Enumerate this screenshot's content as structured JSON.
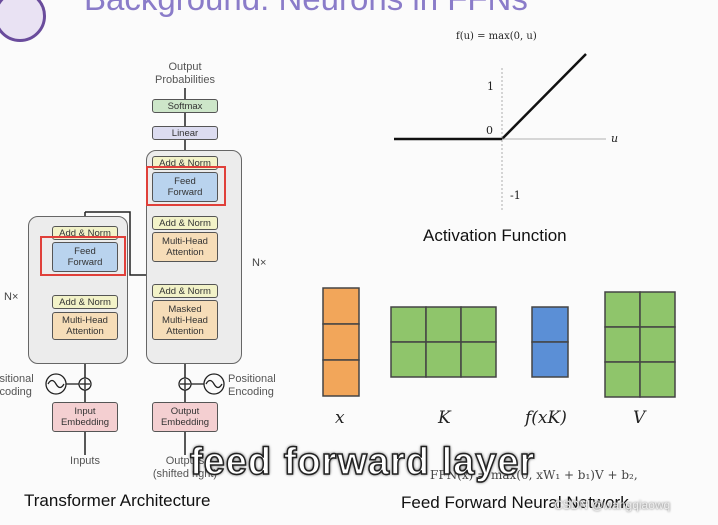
{
  "slide": {
    "title": "Background: Neurons in FFNs"
  },
  "transformer": {
    "output_probabilities": "Output\nProbabilities",
    "softmax": "Softmax",
    "linear": "Linear",
    "add_norm": "Add & Norm",
    "feed_forward": "Feed\nForward",
    "multi_head_attention": "Multi-Head\nAttention",
    "masked_multi_head_attention": "Masked\nMulti-Head\nAttention",
    "input_embedding": "Input\nEmbedding",
    "output_embedding": "Output\nEmbedding",
    "positional_encoding_left": "Positional\nEncoding",
    "positional_encoding_right": "Positional\nEncoding",
    "inputs": "Inputs",
    "outputs": "Outputs\n(shifted right)",
    "nx": "N×",
    "caption": "Transformer Architecture"
  },
  "activation": {
    "formula": "f(u) = max(0, u)",
    "tick_one": "1",
    "tick_zero": "0",
    "tick_neg_one": "-1",
    "axis_label": "u",
    "caption": "Activation Function"
  },
  "ffn": {
    "label_x": "x",
    "label_k": "K",
    "label_fxk": "f(xK)",
    "label_v": "V",
    "formula": "FFN(x) = max(0, xW₁ + b₁)V + b₂,",
    "caption": "Feed Forward Neural Network"
  },
  "overlay": {
    "subtitle": "feed forward layer",
    "watermark": "CSDN @wangqiaowq"
  },
  "colors": {
    "highlight": "#e0403a",
    "title": "#8a7cc9",
    "x_vector": "#f2a65a",
    "k_matrix": "#8fc56b",
    "fxk_vector": "#5b8fd6",
    "v_matrix": "#8fc56b"
  }
}
